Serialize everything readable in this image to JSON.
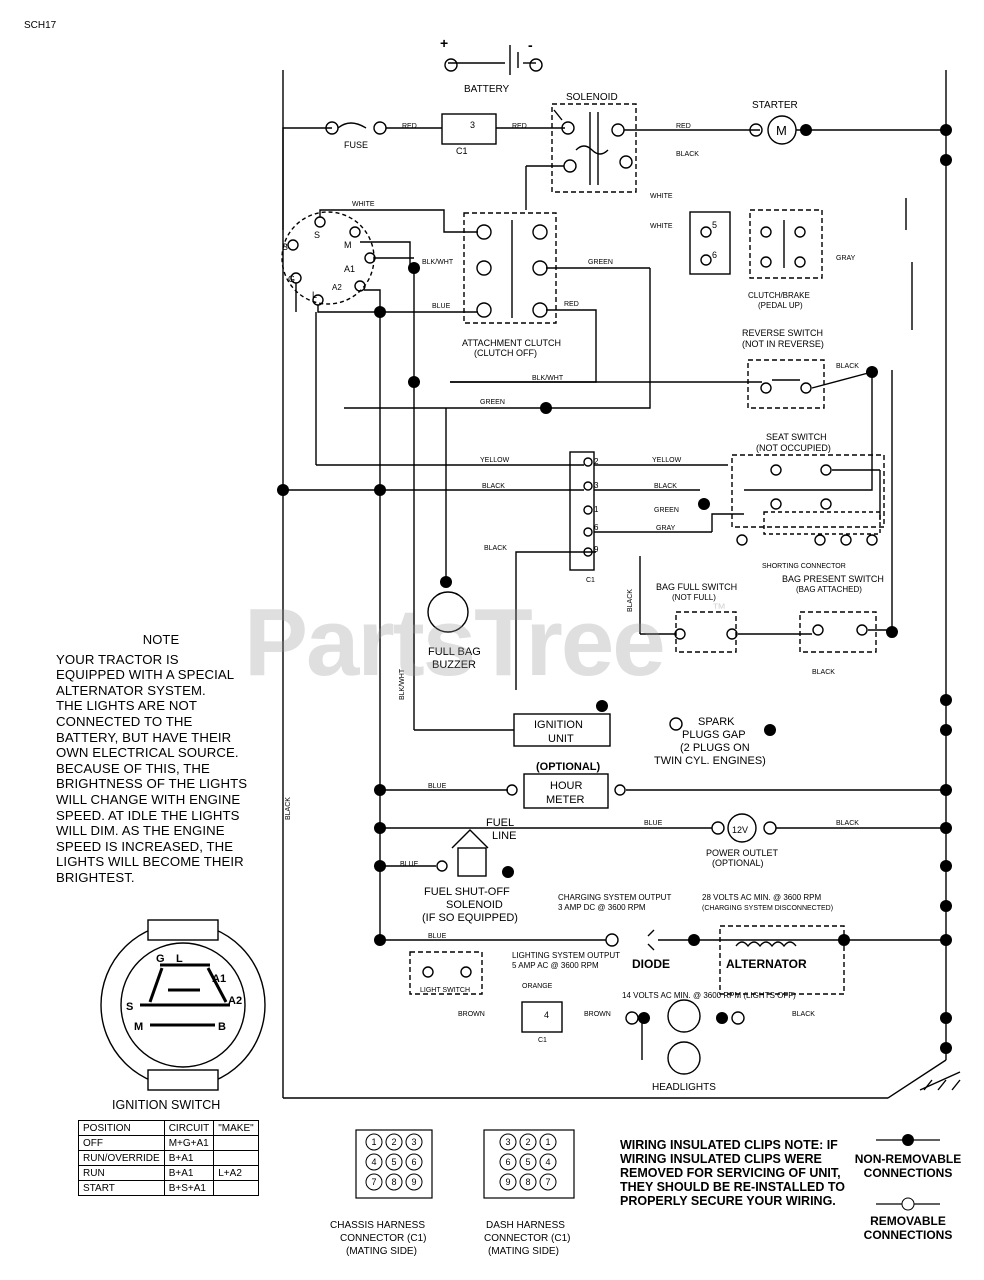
{
  "doc_id": "SCH17",
  "watermark": "PartsTree",
  "watermark_mark": "™",
  "components": {
    "battery": "BATTERY",
    "battery_plus": "+",
    "battery_minus": "-",
    "solenoid": "SOLENOID",
    "starter": "STARTER",
    "starter_motor": "M",
    "fuse": "FUSE",
    "c1_3": "3",
    "c1_label": "C1",
    "attachment_clutch": "ATTACHMENT CLUTCH",
    "attachment_clutch_state": "(CLUTCH OFF)",
    "clutch_brake": "CLUTCH/BRAKE",
    "clutch_brake_state": "(PEDAL UP)",
    "reverse_switch": "REVERSE SWITCH",
    "reverse_switch_state": "(NOT IN REVERSE)",
    "seat_switch": "SEAT SWITCH",
    "seat_switch_state": "(NOT OCCUPIED)",
    "shorting_connector": "SHORTING CONNECTOR",
    "bag_present_switch": "BAG PRESENT SWITCH",
    "bag_present_state": "(BAG ATTACHED)",
    "bag_full_switch": "BAG FULL SWITCH",
    "bag_full_state": "(NOT FULL)",
    "full_bag_buzzer_1": "FULL BAG",
    "full_bag_buzzer_2": "BUZZER",
    "ignition_unit_1": "IGNITION",
    "ignition_unit_2": "UNIT",
    "spark_1": "SPARK",
    "spark_2": "PLUGS GAP",
    "spark_3": "(2 PLUGS ON",
    "spark_4": "TWIN CYL. ENGINES)",
    "optional": "(OPTIONAL)",
    "hour_meter_1": "HOUR",
    "hour_meter_2": "METER",
    "fuel_line_1": "FUEL",
    "fuel_line_2": "LINE",
    "fuel_solenoid_1": "FUEL SHUT-OFF",
    "fuel_solenoid_2": "SOLENOID",
    "fuel_solenoid_3": "(IF SO EQUIPPED)",
    "power_outlet_volt": "12V",
    "power_outlet_1": "POWER OUTLET",
    "power_outlet_2": "(OPTIONAL)",
    "charging_output_1": "CHARGING SYSTEM OUTPUT",
    "charging_output_2": "3 AMP DC @ 3600 RPM",
    "charging_ac_1": "28 VOLTS AC MIN. @ 3600 RPM",
    "charging_ac_2": "(CHARGING SYSTEM DISCONNECTED)",
    "diode": "DIODE",
    "alternator": "ALTERNATOR",
    "lighting_output_1": "LIGHTING SYSTEM OUTPUT",
    "lighting_output_2": "5 AMP AC @ 3600 RPM",
    "lighting_ac": "14 VOLTS AC MIN. @ 3600 RPM (LIGHTS OFF)",
    "light_switch": "LIGHT SWITCH",
    "headlights": "HEADLIGHTS",
    "c1_5": "5",
    "c1_6": "6",
    "c1_4": "4",
    "c1_1": "1",
    "c1_2": "2",
    "c1_3b": "3",
    "c1_6b": "6",
    "c1_9": "9",
    "ign_b": "B",
    "ign_s": "S",
    "ign_m": "M",
    "ign_g": "G",
    "ign_l": "L",
    "ign_a1": "A1",
    "ign_a2": "A2"
  },
  "wires": {
    "red_1": "RED",
    "red_2": "RED",
    "red_3": "RED",
    "red_4": "RED",
    "black_1": "BLACK",
    "white_1": "WHITE",
    "white_2": "WHITE",
    "white_3": "WHITE",
    "blk_wht_1": "BLK/WHT",
    "blk_wht_2": "BLK/WHT",
    "blue_1": "BLUE",
    "green_1": "GREEN",
    "green_2": "GREEN",
    "gray_1": "GRAY",
    "black_2": "BLACK",
    "yellow_1": "YELLOW",
    "yellow_2": "YELLOW",
    "black_3": "BLACK",
    "black_4": "BLACK",
    "green_3": "GREEN",
    "gray_2": "GRAY",
    "black_5": "BLACK",
    "black_6": "BLACK",
    "black_7": "BLACK",
    "blk_wht_3": "BLK/WHT",
    "black_8": "BLACK",
    "blue_2": "BLUE",
    "blue_3": "BLUE",
    "black_9": "BLACK",
    "blue_4": "BLUE",
    "blue_5": "BLUE",
    "orange": "ORANGE",
    "brown_1": "BROWN",
    "brown_2": "BROWN",
    "black_10": "BLACK"
  },
  "note": {
    "title": "NOTE",
    "lines": [
      "YOUR TRACTOR IS",
      "EQUIPPED WITH A SPECIAL",
      "ALTERNATOR SYSTEM.",
      "THE LIGHTS ARE NOT",
      "CONNECTED TO THE",
      "BATTERY, BUT HAVE THEIR",
      "OWN ELECTRICAL SOURCE.",
      "BECAUSE OF THIS, THE",
      "BRIGHTNESS OF THE LIGHTS",
      "WILL CHANGE WITH ENGINE",
      "SPEED.  AT IDLE THE LIGHTS",
      "WILL DIM.  AS THE ENGINE",
      "SPEED IS INCREASED,  THE",
      "LIGHTS WILL BECOME THEIR",
      "BRIGHTEST."
    ]
  },
  "ignition_switch": {
    "title": "IGNITION SWITCH",
    "header": [
      "POSITION",
      "CIRCUIT",
      "\"MAKE\""
    ],
    "rows": [
      [
        "OFF",
        "M+G+A1",
        ""
      ],
      [
        "RUN/OVERRIDE",
        "B+A1",
        ""
      ],
      [
        "RUN",
        "B+A1",
        "L+A2"
      ],
      [
        "START",
        "B+S+A1",
        ""
      ]
    ],
    "dial_labels": [
      "G",
      "L",
      "A1",
      "S",
      "A2",
      "M",
      "B"
    ]
  },
  "connectors": {
    "chassis_1": "CHASSIS HARNESS",
    "chassis_2": "CONNECTOR (C1)",
    "chassis_3": "(MATING SIDE)",
    "dash_1": "DASH HARNESS",
    "dash_2": "CONNECTOR (C1)",
    "dash_3": "(MATING SIDE)",
    "chassis_pins": [
      "1",
      "2",
      "3",
      "4",
      "5",
      "6",
      "7",
      "8",
      "9"
    ],
    "dash_pins": [
      "3",
      "2",
      "1",
      "6",
      "5",
      "4",
      "9",
      "8",
      "7"
    ]
  },
  "legend": {
    "wiring_note": "WIRING INSULATED CLIPS NOTE: IF WIRING INSULATED CLIPS WERE REMOVED FOR SERVICING OF UNIT, THEY SHOULD BE RE-INSTALLED TO PROPERLY SECURE YOUR WIRING.",
    "non_removable": "NON-REMOVABLE CONNECTIONS",
    "removable": "REMOVABLE CONNECTIONS"
  }
}
